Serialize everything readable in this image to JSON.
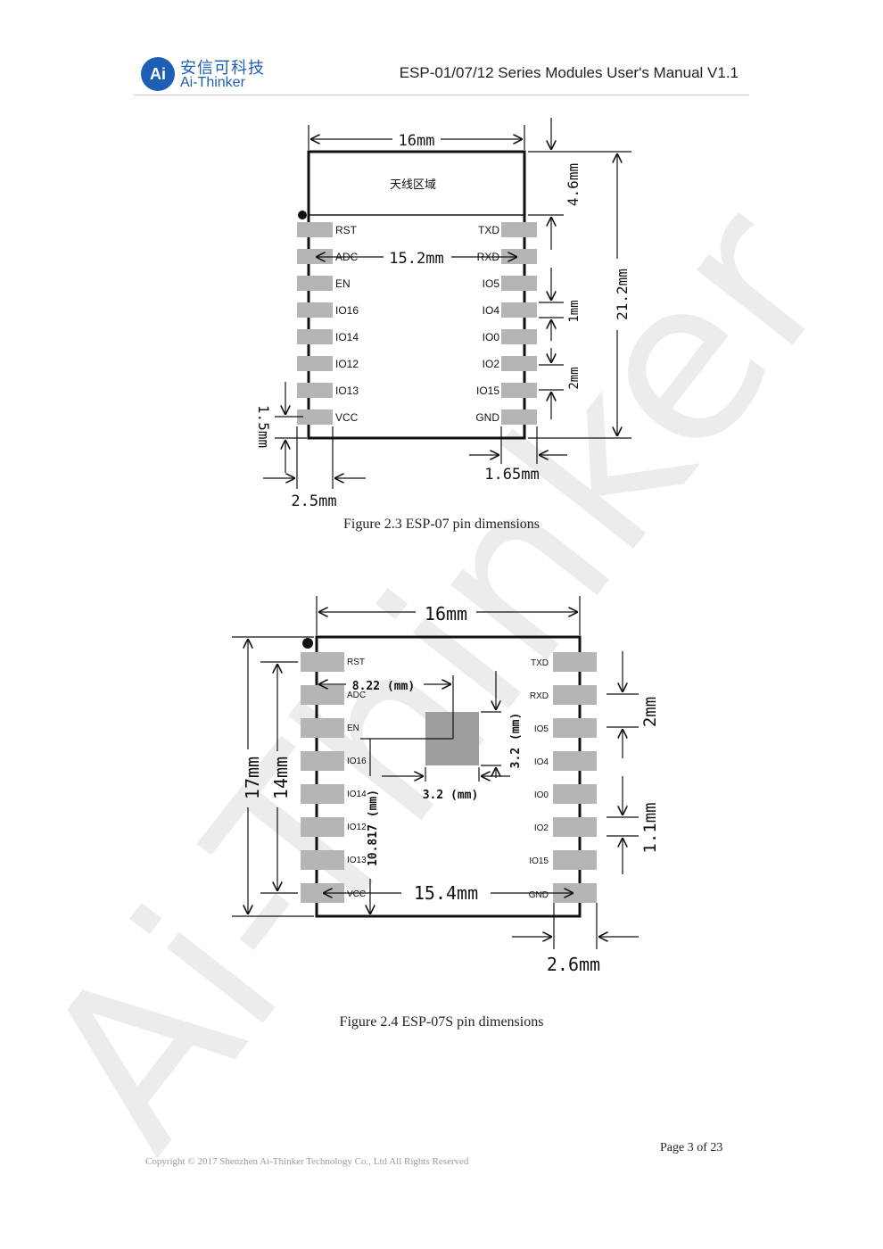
{
  "header": {
    "logo_mark": "Ai",
    "logo_cn": "安信可科技",
    "logo_en": "Ai-Thinker",
    "doc_title": "ESP-01/07/12 Series Modules User's Manual V1.1"
  },
  "watermark": "Ai-Thinker",
  "figure_07": {
    "antenna_label": "天线区域",
    "left_pins": [
      "RST",
      "ADC",
      "EN",
      "IO16",
      "IO14",
      "IO12",
      "IO13",
      "VCC"
    ],
    "right_pins": [
      "TXD",
      "RXD",
      "IO5",
      "IO4",
      "IO0",
      "IO2",
      "IO15",
      "GND"
    ],
    "dimensions": {
      "width": "16mm",
      "inner_width": "15.2mm",
      "antenna_height": "4.6mm",
      "height": "21.2mm",
      "pin_pitch": "1mm",
      "pin_spacing": "2mm",
      "bottom_offset": "1.5mm",
      "pin_length": "2.5mm",
      "edge_offset": "1.65mm"
    },
    "caption": "Figure 2.3 ESP-07 pin dimensions"
  },
  "figure_07s": {
    "left_pins": [
      "RST",
      "ADC",
      "EN",
      "IO16",
      "IO14",
      "IO12",
      "IO13",
      "VCC"
    ],
    "right_pins": [
      "TXD",
      "RXD",
      "IO5",
      "IO4",
      "IO0",
      "IO2",
      "IO15",
      "GND"
    ],
    "dimensions": {
      "width": "16mm",
      "pad_x": "8.22 (mm)",
      "pad_w": "3.2 (mm)",
      "pad_h": "3.2 (mm)",
      "pad_y": "10.817 (mm)",
      "height": "17mm",
      "pin_span": "14mm",
      "inner_width": "15.4mm",
      "pin_spacing": "2mm",
      "pin_gap": "1.1mm",
      "edge_offset": "2.6mm"
    },
    "caption": "Figure 2.4 ESP-07S pin dimensions"
  },
  "footer": {
    "page": "Page 3 of 23",
    "copyright": "Copyright © 2017 Shenzhen Ai-Thinker Technology Co., Ltd All Rights Reserved"
  }
}
